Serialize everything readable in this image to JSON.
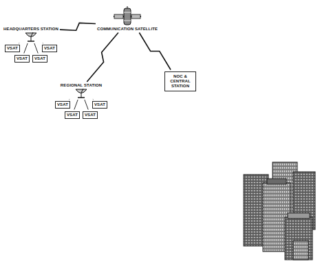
{
  "diagram": {
    "nodes": [
      {
        "text": [
          "COMMUNICATION SATELLITE"
        ]
      },
      {
        "text": [
          "HEADQUARTERS STATION"
        ]
      },
      {
        "text": [
          "VSAT"
        ]
      },
      {
        "text": [
          "VSAT"
        ]
      },
      {
        "text": [
          "VSAT"
        ]
      },
      {
        "text": [
          "VSAT"
        ]
      },
      {
        "text": [
          "REGIONAL STATION"
        ]
      },
      {
        "text": [
          "VSAT"
        ]
      },
      {
        "text": [
          "VSAT"
        ]
      },
      {
        "text": [
          "VSAT"
        ]
      },
      {
        "text": [
          "VSAT"
        ]
      },
      {
        "text": [
          "NOC & CENTRAL STATION"
        ]
      }
    ],
    "edges": [
      {
        "from": 0,
        "to": 1,
        "arrow": "none"
      },
      {
        "from": 0,
        "to": 6,
        "arrow": "none"
      },
      {
        "from": 0,
        "to": 11,
        "arrow": "none"
      },
      {
        "from": 1,
        "to": 2,
        "arrow": "none"
      },
      {
        "from": 1,
        "to": 3,
        "arrow": "none"
      },
      {
        "from": 1,
        "to": 4,
        "arrow": "none"
      },
      {
        "from": 1,
        "to": 5,
        "arrow": "none"
      },
      {
        "from": 6,
        "to": 7,
        "arrow": "none"
      },
      {
        "from": 6,
        "to": 8,
        "arrow": "none"
      },
      {
        "from": 6,
        "to": 9,
        "arrow": "none"
      },
      {
        "from": 6,
        "to": 10,
        "arrow": "none"
      }
    ]
  }
}
